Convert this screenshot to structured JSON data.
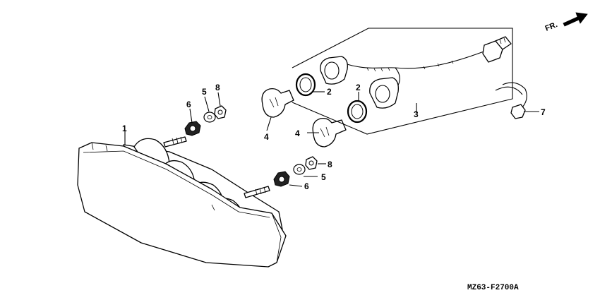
{
  "diagram": {
    "direction_label": "FR.",
    "drawing_code": "MZ63-F2700A",
    "callouts": [
      {
        "id": "lens-housing",
        "label": "1"
      },
      {
        "id": "socket-gasket-upper",
        "label": "2"
      },
      {
        "id": "socket-gasket-lower",
        "label": "2"
      },
      {
        "id": "socket-harness",
        "label": "3"
      },
      {
        "id": "bulb-upper",
        "label": "4"
      },
      {
        "id": "bulb-lower",
        "label": "4"
      },
      {
        "id": "washer-upper",
        "label": "5"
      },
      {
        "id": "washer-lower",
        "label": "5"
      },
      {
        "id": "nut-upper",
        "label": "6"
      },
      {
        "id": "nut-lower",
        "label": "6"
      },
      {
        "id": "clamp",
        "label": "7"
      },
      {
        "id": "cap-nut-upper",
        "label": "8"
      },
      {
        "id": "cap-nut-lower",
        "label": "8"
      }
    ]
  }
}
